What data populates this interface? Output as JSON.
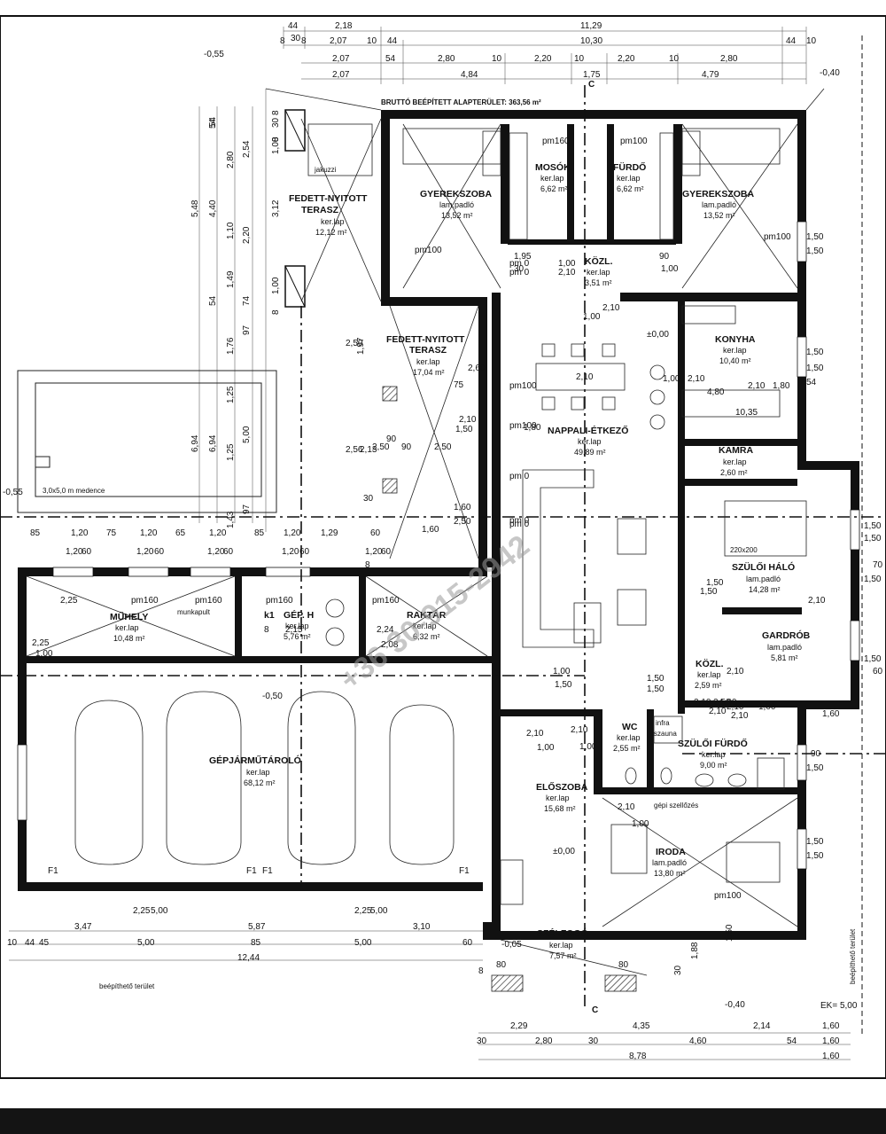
{
  "header_note": "BRUTTÓ BEÉPÍTETT ALAPTERÜLET: 363,56 m²",
  "rooms": [
    {
      "id": "terasz1",
      "name": "FEDETT-NYITOTT",
      "name2": "TERASZ",
      "finish": "ker.lap",
      "area": "12,12 m²"
    },
    {
      "id": "gyerek1",
      "name": "GYEREKSZOBA",
      "name2": "",
      "finish": "lam.padló",
      "area": "13,52 m²"
    },
    {
      "id": "mosok",
      "name": "MOSÓK.",
      "name2": "",
      "finish": "ker.lap",
      "area": "6,62 m²"
    },
    {
      "id": "furdo",
      "name": "FÜRDŐ",
      "name2": "",
      "finish": "ker.lap",
      "area": "6,62 m²"
    },
    {
      "id": "gyerek2",
      "name": "GYEREKSZOBA",
      "name2": "",
      "finish": "lam.padló",
      "area": "13,52 m²"
    },
    {
      "id": "kozl1",
      "name": "KÖZL.",
      "name2": "",
      "finish": "ker.lap",
      "area": "3,51 m²"
    },
    {
      "id": "terasz2",
      "name": "FEDETT-NYITOTT",
      "name2": "TERASZ",
      "finish": "ker.lap",
      "area": "17,04 m²"
    },
    {
      "id": "konyha",
      "name": "KONYHA",
      "name2": "",
      "finish": "ker.lap",
      "area": "10,40 m²"
    },
    {
      "id": "nappali",
      "name": "NAPPALI-ÉTKEZŐ",
      "name2": "",
      "finish": "ker.lap",
      "area": "49,89 m²"
    },
    {
      "id": "kamra",
      "name": "KAMRA",
      "name2": "",
      "finish": "ker.lap",
      "area": "2,60 m²"
    },
    {
      "id": "szuloi_halo",
      "name": "SZÜLŐI HÁLÓ",
      "name2": "",
      "finish": "lam.padló",
      "area": "14,28 m²"
    },
    {
      "id": "kozl2",
      "name": "KÖZL.",
      "name2": "",
      "finish": "ker.lap",
      "area": "2,59 m²"
    },
    {
      "id": "gardrob",
      "name": "GARDRÓB",
      "name2": "",
      "finish": "lam.padló",
      "area": "5,81 m²"
    },
    {
      "id": "muhely",
      "name": "MŰHELY",
      "name2": "",
      "finish": "ker.lap",
      "area": "10,48 m²"
    },
    {
      "id": "geph",
      "name": "GÉP. H",
      "name2": "",
      "finish": "ker.lap",
      "area": "5,76 m²"
    },
    {
      "id": "raktar",
      "name": "RAKTÁR",
      "name2": "",
      "finish": "ker.lap",
      "area": "6,32 m²"
    },
    {
      "id": "wc",
      "name": "WC",
      "name2": "",
      "finish": "ker.lap",
      "area": "2,55 m²"
    },
    {
      "id": "szuloi_furdo",
      "name": "SZÜLŐI FÜRDŐ",
      "name2": "",
      "finish": "ker.lap",
      "area": "9,00 m²"
    },
    {
      "id": "garazs",
      "name": "GÉPJÁRMŰTÁROLÓ",
      "name2": "",
      "finish": "ker.lap",
      "area": "68,12 m²"
    },
    {
      "id": "eloszoba",
      "name": "ELŐSZOBA",
      "name2": "",
      "finish": "ker.lap",
      "area": "15,68 m²"
    },
    {
      "id": "iroda",
      "name": "IRODA",
      "name2": "",
      "finish": "lam.padló",
      "area": "13,80 m²"
    },
    {
      "id": "szelfogo",
      "name": "SZÉLFOGÓ",
      "name2": "",
      "finish": "ker.lap",
      "area": "7,57 m²"
    }
  ],
  "labels": {
    "jakuzzi": "jakuzzi",
    "medence": "3,0x5,0 m medence",
    "munkapult": "munkapult",
    "infra": "infra",
    "szauna": "szauna",
    "gepi": "gépi szellőzés",
    "bed": "220x200",
    "beepitheto1": "beépíthető terület",
    "beepitheto2": "beépíthető terület",
    "ek": "EK= 5,00",
    "section_top": "C",
    "section_bottom": "C",
    "k1": "k1",
    "watermark": "+36 30-915-2942"
  },
  "levels": {
    "l1": "-0,55",
    "l2": "-0,40",
    "l3": "-0,55",
    "l4": "±0,00",
    "l5": "-0,50",
    "l6": "±0,00",
    "l7": "-0,05",
    "l8": "-0,40"
  },
  "dims_top": {
    "r1": [
      "44",
      "2,18",
      "11,29"
    ],
    "r2": [
      "8",
      "30",
      "8",
      "2,07",
      "10",
      "44",
      "10,30",
      "44",
      "10"
    ],
    "r3": [
      "2,07",
      "54",
      "2,80",
      "10",
      "2,20",
      "10",
      "2,20",
      "10",
      "2,80"
    ],
    "r4": [
      "2,07",
      "4,84",
      "1,75",
      "4,79"
    ]
  },
  "dims_left": [
    "54",
    "2,80",
    "2,54",
    "5,48",
    "4,40",
    "3,12",
    "1,10",
    "2,20",
    "1,49",
    "54",
    "74",
    "97",
    "1,76",
    "1,97",
    "6,94",
    "6,94",
    "1,25",
    "5,00",
    "1,25",
    "1,43",
    "97",
    "54",
    "8",
    "30",
    "8",
    "1,00",
    "1,00",
    "8"
  ],
  "dims_bottom": {
    "r1": [
      "3,47",
      "5,87",
      "3,10"
    ],
    "r2": [
      "10",
      "44",
      "45",
      "5,00",
      "85",
      "5,00",
      "60"
    ],
    "r3": [
      "12,44"
    ],
    "r4": [
      "2,29",
      "4,35",
      "2,14",
      "1,60"
    ],
    "r5": [
      "30",
      "2,80",
      "30",
      "4,60",
      "54",
      "1,60"
    ],
    "r6": [
      "8,78",
      "1,60"
    ],
    "r7": [
      "8",
      "80",
      "80",
      "30",
      "1,88",
      "1,50"
    ]
  },
  "dims_right": [
    "1,50",
    "1,50",
    "1,50",
    "1,50",
    "54",
    "1,50",
    "1,50",
    "70",
    "1,50",
    "60",
    "1,50",
    "1,60",
    "90",
    "1,50",
    "1,50",
    "1,50"
  ],
  "dims_misc": [
    "85",
    "1,20",
    "75",
    "1,20",
    "65",
    "1,20",
    "85",
    "1,20",
    "1,29",
    "60",
    "1,20",
    "60",
    "1,20",
    "60",
    "1,20",
    "60",
    "1,20",
    "60",
    "1,20",
    "60",
    "2,25",
    "1,00",
    "2,25",
    "5,00",
    "2,25",
    "5,00",
    "2,25",
    "pm160",
    "pm160",
    "pm160",
    "pm160",
    "pm160",
    "pm100",
    "pm100",
    "pm100",
    "pm100",
    "pm100",
    "pm100",
    "pm 0",
    "pm 0",
    "pm 0",
    "pm 0",
    "pm 0",
    "1,00",
    "2,10",
    "1,00",
    "2,10",
    "1,80",
    "2,10",
    "4,80",
    "10,35",
    "2,60",
    "75",
    "2,10",
    "1,50",
    "1,60",
    "2,50",
    "1,60",
    "2,50",
    "90",
    "2,50",
    "90",
    "2,50",
    "2,56",
    "2,13",
    "30",
    "8",
    "8",
    "2,15",
    "2,24",
    "2,08",
    "1,95",
    "30",
    "90",
    "1,00",
    "2,10",
    "1,00",
    "2,10",
    "1,80",
    "2,10",
    "2,10",
    "2,50",
    "1,50",
    "1,50",
    "1,00",
    "1,50",
    "2,10",
    "1,00",
    "2,10",
    "1,00",
    "2,10",
    "1,00",
    "2,10",
    "1,50",
    "1,50",
    "2,10",
    "1,00",
    "2,10",
    "1,00",
    "2,10",
    "F1",
    "F1",
    "F1",
    "F1"
  ]
}
